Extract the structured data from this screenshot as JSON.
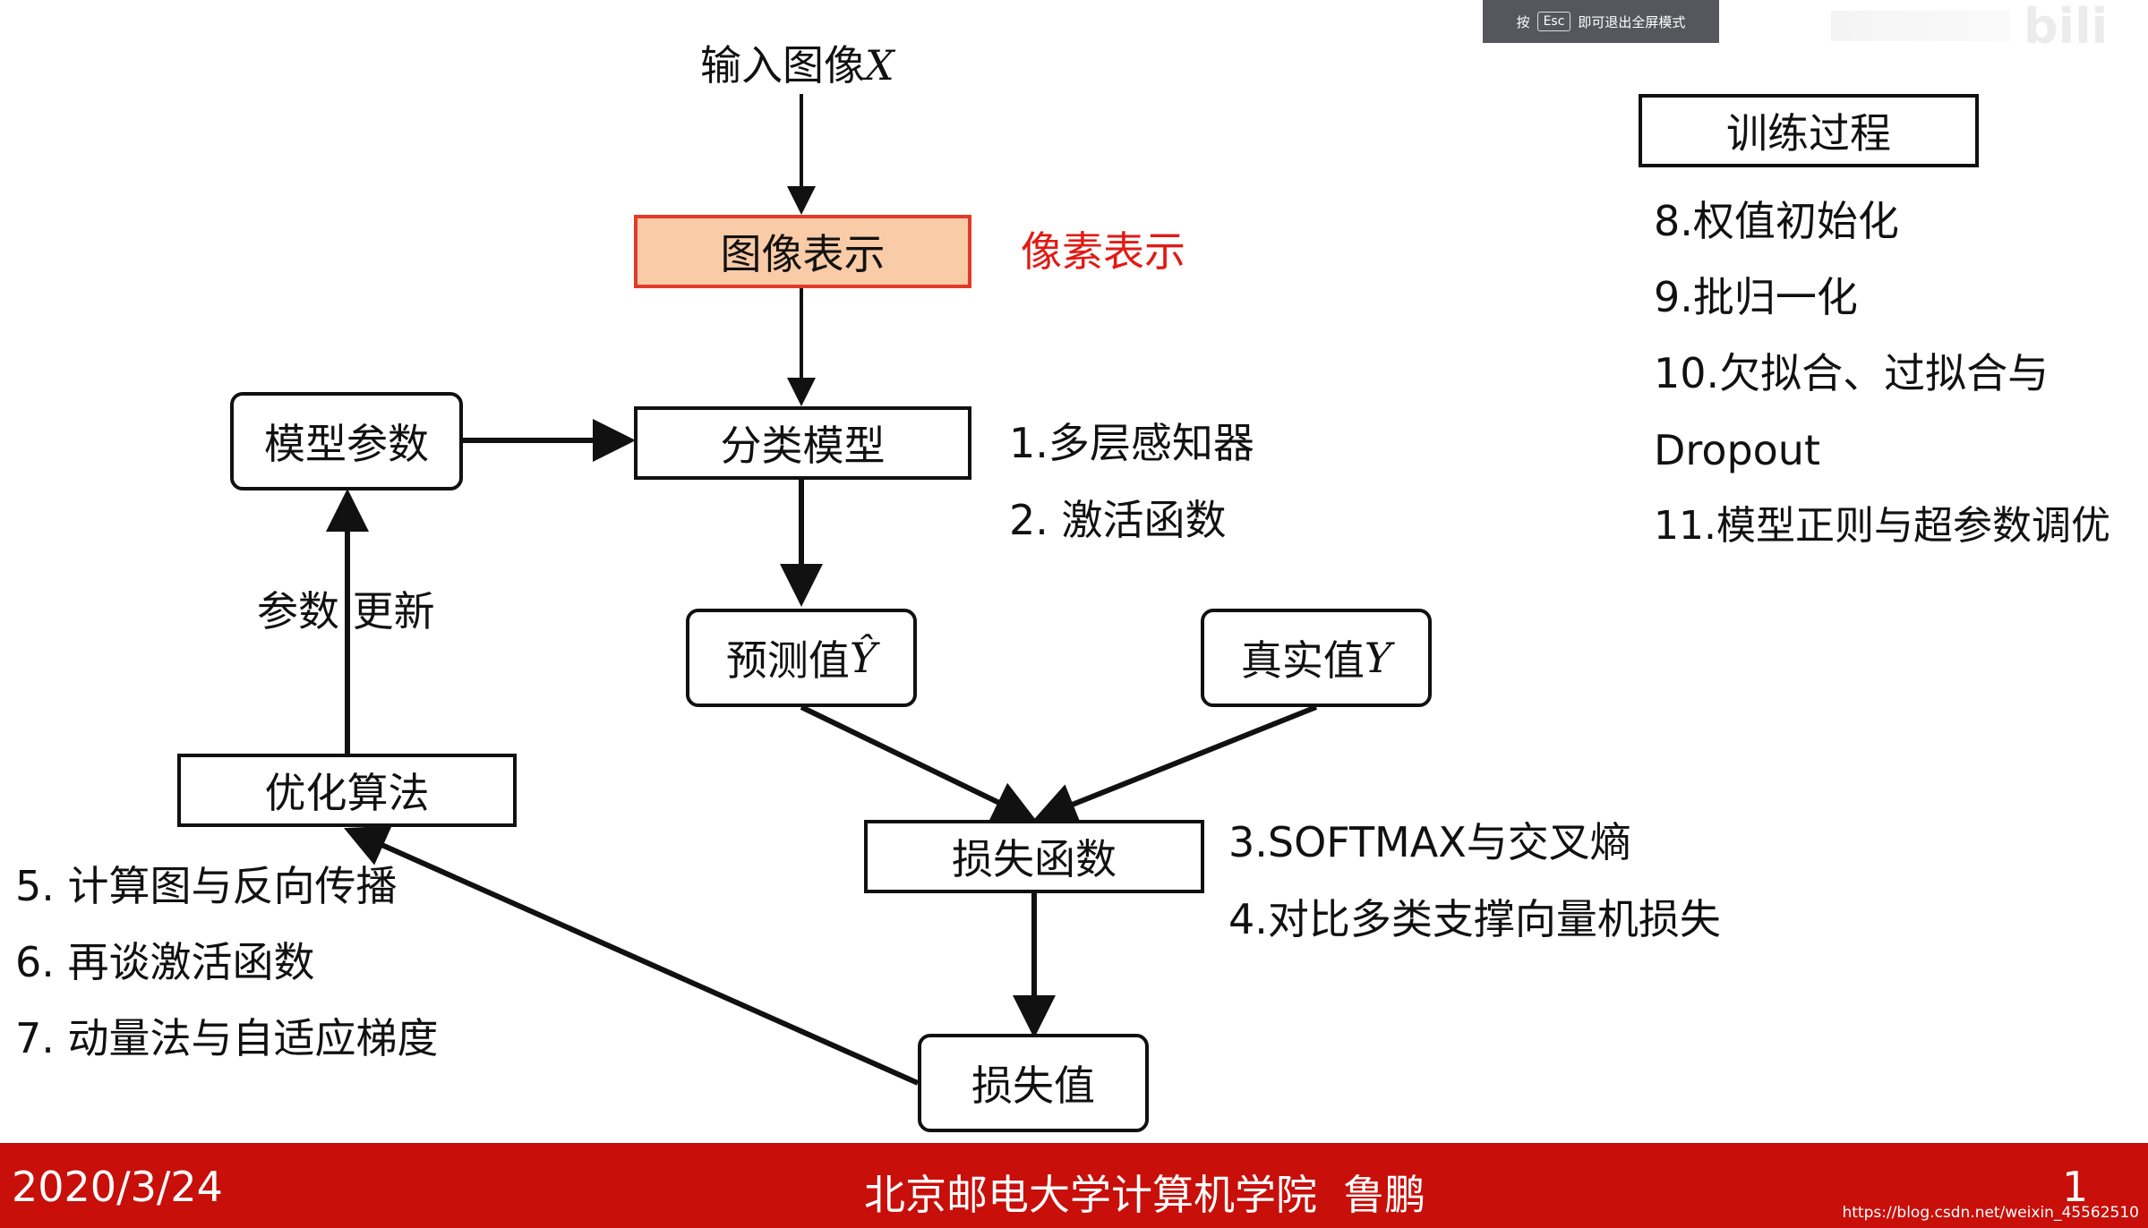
{
  "overlay": {
    "esc_prefix": "按",
    "esc_key": "Esc",
    "esc_suffix": "即可退出全屏模式",
    "watermark": "bili"
  },
  "flow": {
    "input_text": "输入图像",
    "input_var": "X",
    "image_repr": "图像表示",
    "pixel_repr": "像素表示",
    "classifier": "分类模型",
    "model_params": "模型参数",
    "param_update": "参数 更新",
    "prediction_text": "预测值",
    "prediction_var": "Ŷ",
    "truth_text": "真实值",
    "truth_var": "Y",
    "optimizer": "优化算法",
    "loss_function": "损失函数",
    "loss_value": "损失值"
  },
  "notes": {
    "classifier": [
      "1.多层感知器",
      "2. 激活函数"
    ],
    "loss": [
      "3.SOFTMAX与交叉熵",
      "4.对比多类支撑向量机损失"
    ],
    "optimizer": [
      "5. 计算图与反向传播",
      "6. 再谈激活函数",
      "7. 动量法与自适应梯度"
    ]
  },
  "training": {
    "title": "训练过程",
    "items": [
      "8.权值初始化",
      "9.批归一化",
      "10.欠拟合、过拟合与",
      "Dropout",
      "11.模型正则与超参数调优"
    ]
  },
  "footer": {
    "date": "2020/3/24",
    "institution": "北京邮电大学计算机学院  鲁鹏",
    "page": "1",
    "csdn": "https://blog.csdn.net/weixin_45562510"
  },
  "colors": {
    "accent_red": "#e21a14",
    "footer_bg": "#c80f0a",
    "highlight_fill": "#f9cba6"
  }
}
